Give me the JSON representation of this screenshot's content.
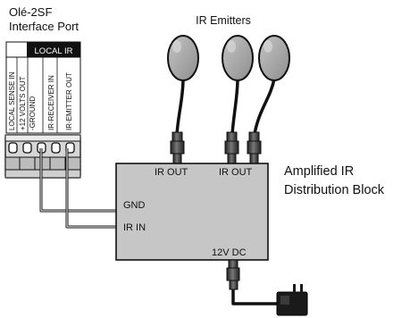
{
  "port": {
    "title_line1": "Olé-2SF",
    "title_line2": "Interface Port",
    "header": "LOCAL IR",
    "pins": [
      "LOCAL SENSE IN",
      "+12 VOLTS OUT",
      "-GROUND",
      "IR-RECEIVER IN",
      "IR-EMITTER OUT"
    ]
  },
  "emitters": {
    "label": "IR Emitters"
  },
  "block": {
    "title_line1": "Amplified IR",
    "title_line2": "Distribution Block",
    "ir_out_1": "IR OUT",
    "ir_out_2": "IR OUT",
    "gnd": "GND",
    "ir_in": "IR IN",
    "power": "12V DC"
  },
  "colors": {
    "block_fill": "#c6c6c6",
    "emitter_fill": "#a4a4a4",
    "wire": "#111111",
    "header_fill": "#111111",
    "terminal_fill": "#d6d6d6"
  }
}
